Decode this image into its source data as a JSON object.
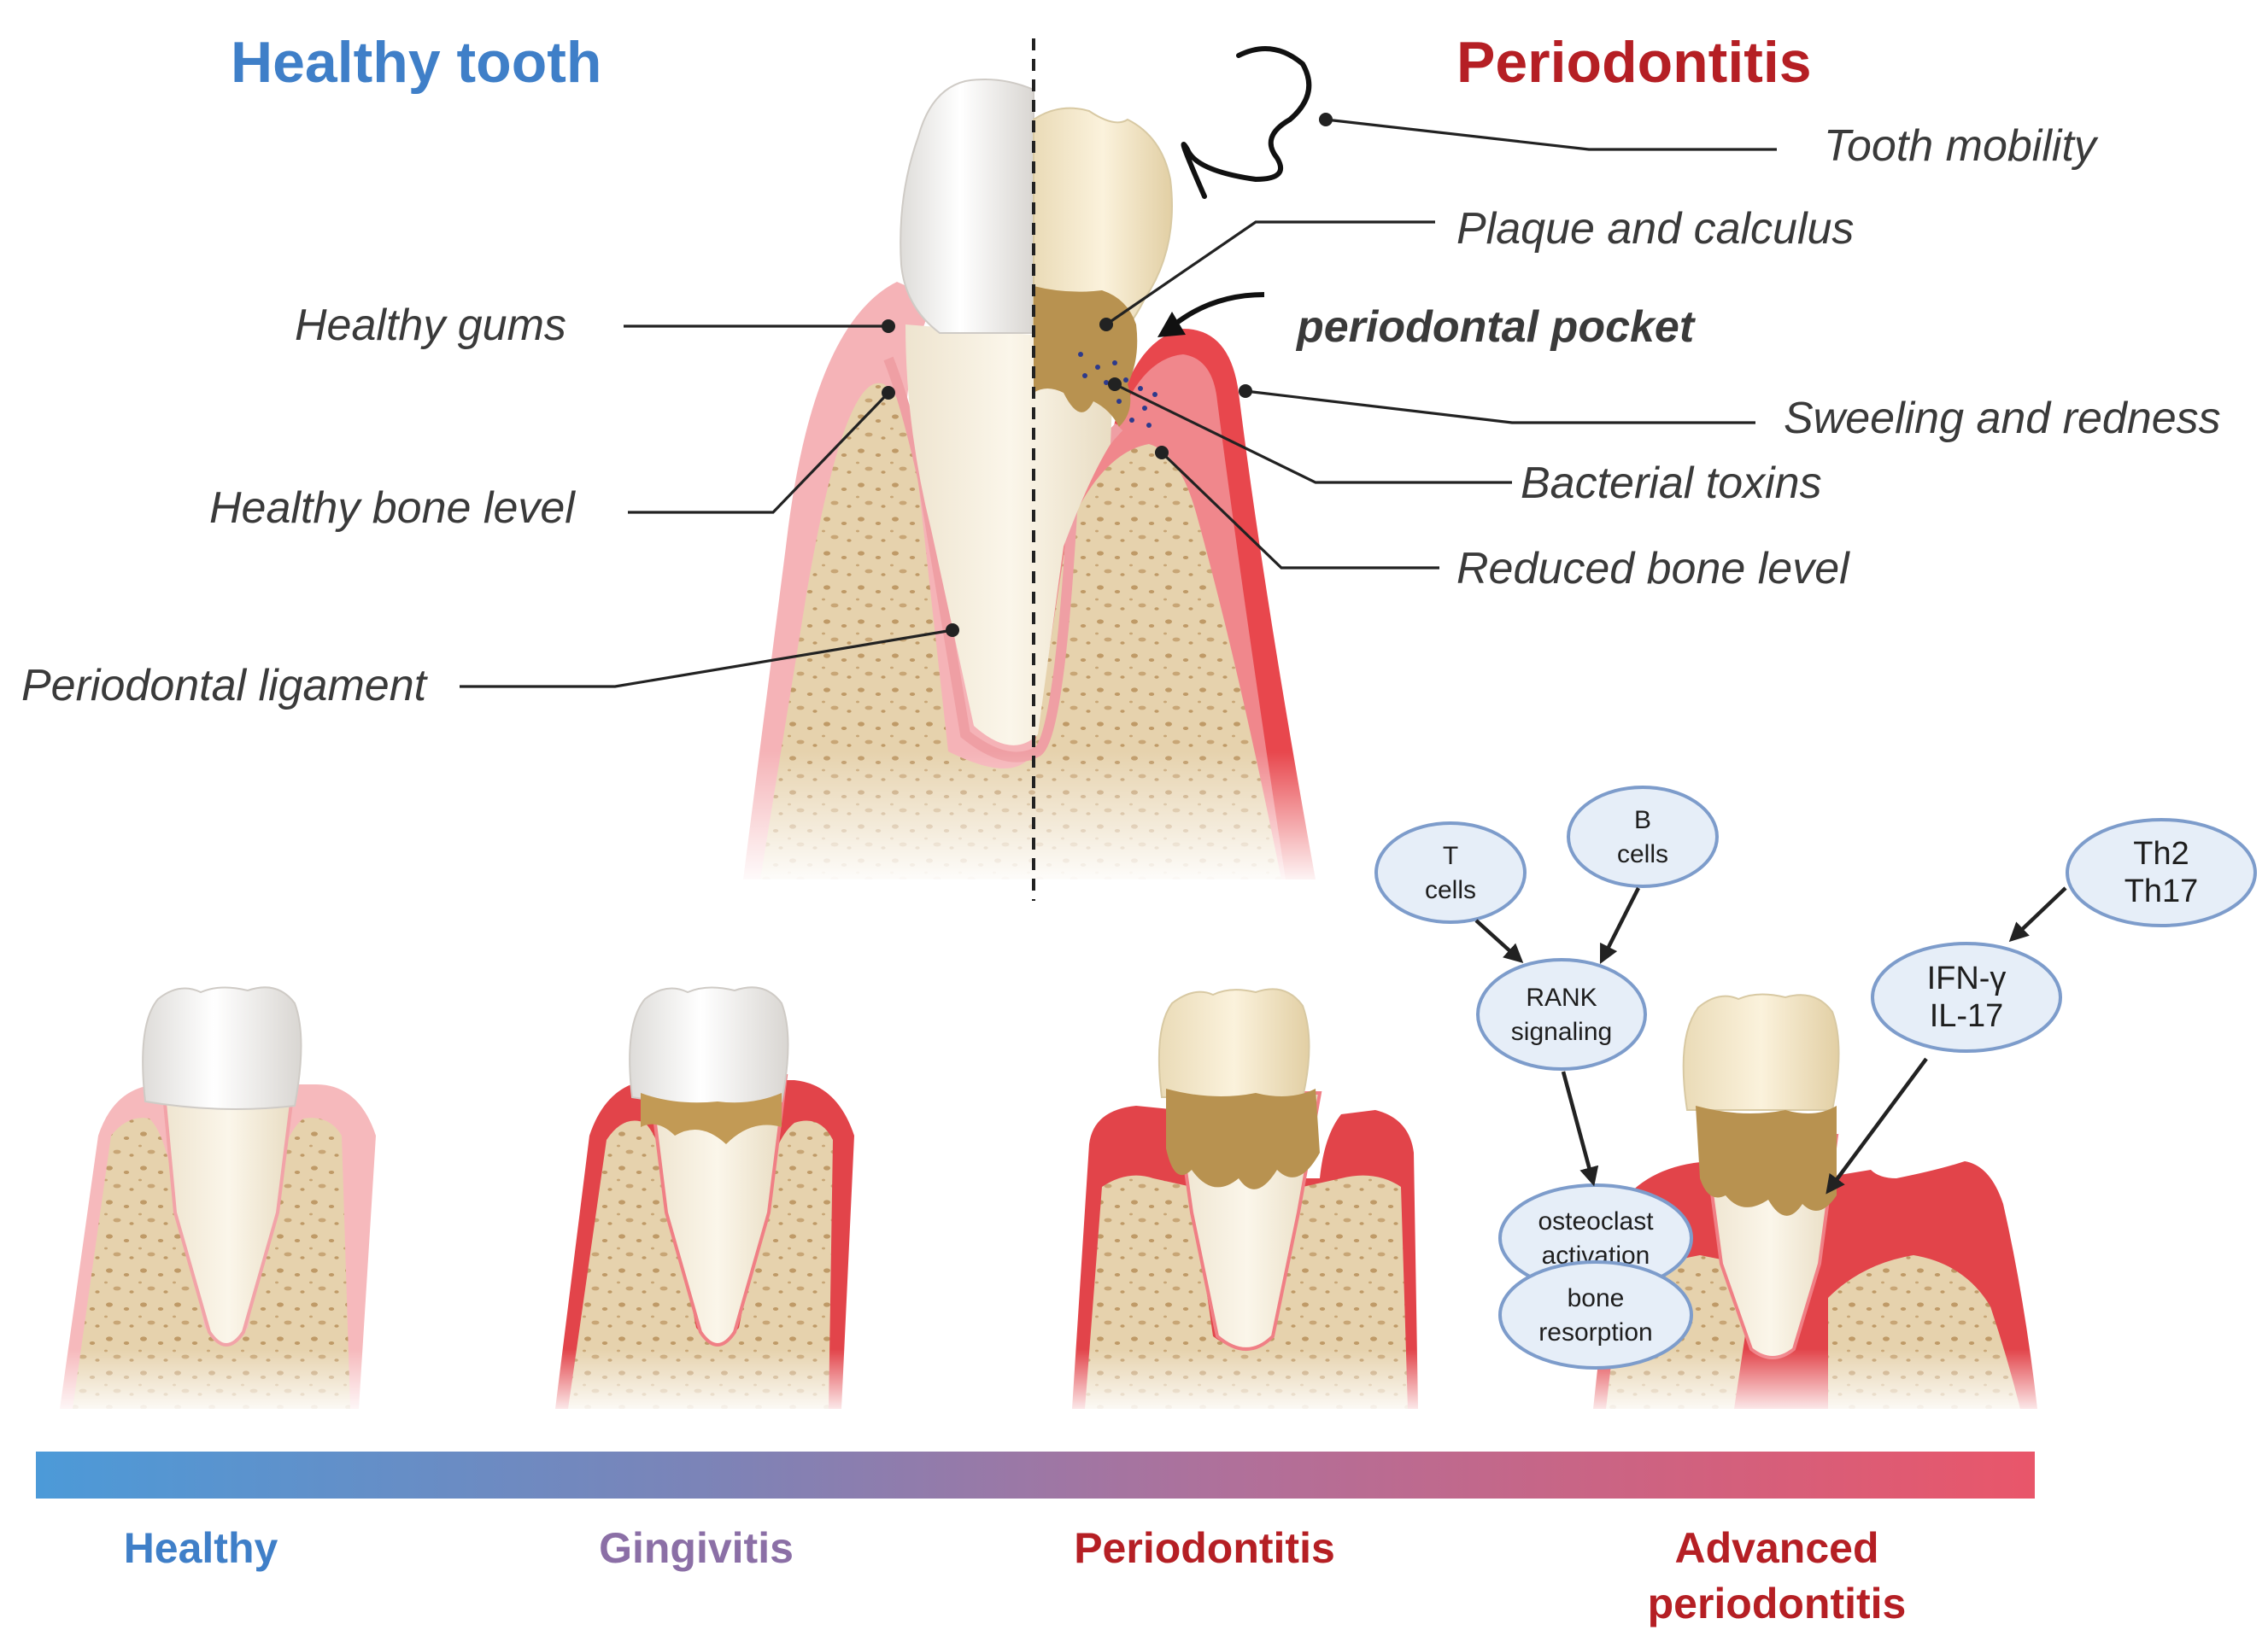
{
  "colors": {
    "healthy": "#3f7fc8",
    "gingivitis": "#8b6fa6",
    "disease": "#b51f24",
    "gum_pink": "#f6b9bc",
    "gum_red": "#e2444a",
    "bone": "#e6d2ad",
    "enamel": "#f3f1ee",
    "calculus": "#b99250",
    "node_fill": "#e6eef8",
    "node_stroke": "#7d9ccb"
  },
  "headings": {
    "healthy": "Healthy tooth",
    "disease": "Periodontitis"
  },
  "left_labels": {
    "healthy_gums": "Healthy gums",
    "healthy_bone": "Healthy bone level",
    "ligament": "Periodontal ligament"
  },
  "right_labels": {
    "mobility": "Tooth mobility",
    "plaque": "Plaque and calculus",
    "pocket": "periodontal pocket",
    "swelling": "Sweeling and redness",
    "toxins": "Bacterial toxins",
    "reduced_bone": "Reduced bone level"
  },
  "immune": {
    "t_cells": [
      "T",
      "cells"
    ],
    "b_cells": [
      "B",
      "cells"
    ],
    "th": [
      "Th2",
      "Th17"
    ],
    "rank": [
      "RANK",
      "signaling"
    ],
    "ifn": [
      "IFN-γ",
      "IL-17"
    ],
    "osteoclast": [
      "osteoclast",
      "activation"
    ],
    "resorption": [
      "bone",
      "resorption"
    ]
  },
  "stages": {
    "healthy": "Healthy",
    "gingivitis": "Gingivitis",
    "periodontitis": "Periodontitis",
    "advanced": [
      "Advanced",
      "periodontitis"
    ]
  }
}
